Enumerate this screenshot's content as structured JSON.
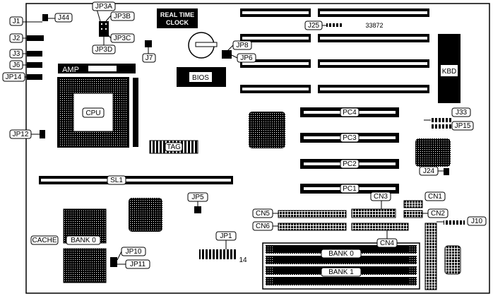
{
  "board_number": "33872",
  "chips": {
    "rtc_line1": "REAL TIME",
    "rtc_line2": "CLOCK",
    "bios": "BIOS",
    "amp": "AMP"
  },
  "labels": {
    "jp3a": "JP3A",
    "jp3b": "JP3B",
    "jp3c": "JP3C",
    "jp3d": "JP3D",
    "j44": "J44",
    "j1": "J1",
    "j2": "J2",
    "j3": "J3",
    "j6": "J6",
    "jp14": "JP14",
    "j7": "J7",
    "jp8": "JP8",
    "jp6": "JP6",
    "j25": "J25",
    "kbd": "KBD",
    "cpu": "CPU",
    "jp12": "JP12",
    "tag": "TAG",
    "pc4": "PC4",
    "pc3": "PC3",
    "pc2": "PC2",
    "pc1": "PC1",
    "j33": "J33",
    "jp15": "JP15",
    "j24": "J24",
    "sl1": "SL1",
    "jp5": "JP5",
    "cn3": "CN3",
    "cn1": "CN1",
    "cn5": "CN5",
    "cn2": "CN2",
    "cn6": "CN6",
    "cn4": "CN4",
    "j10": "J10",
    "cache": "CACHE",
    "bank0_cache": "BANK 0",
    "jp10": "JP10",
    "jp11": "JP11",
    "jp1": "JP1",
    "jp1_pin": "14",
    "bank0_simm": "BANK 0",
    "bank1_simm": "BANK 1"
  }
}
